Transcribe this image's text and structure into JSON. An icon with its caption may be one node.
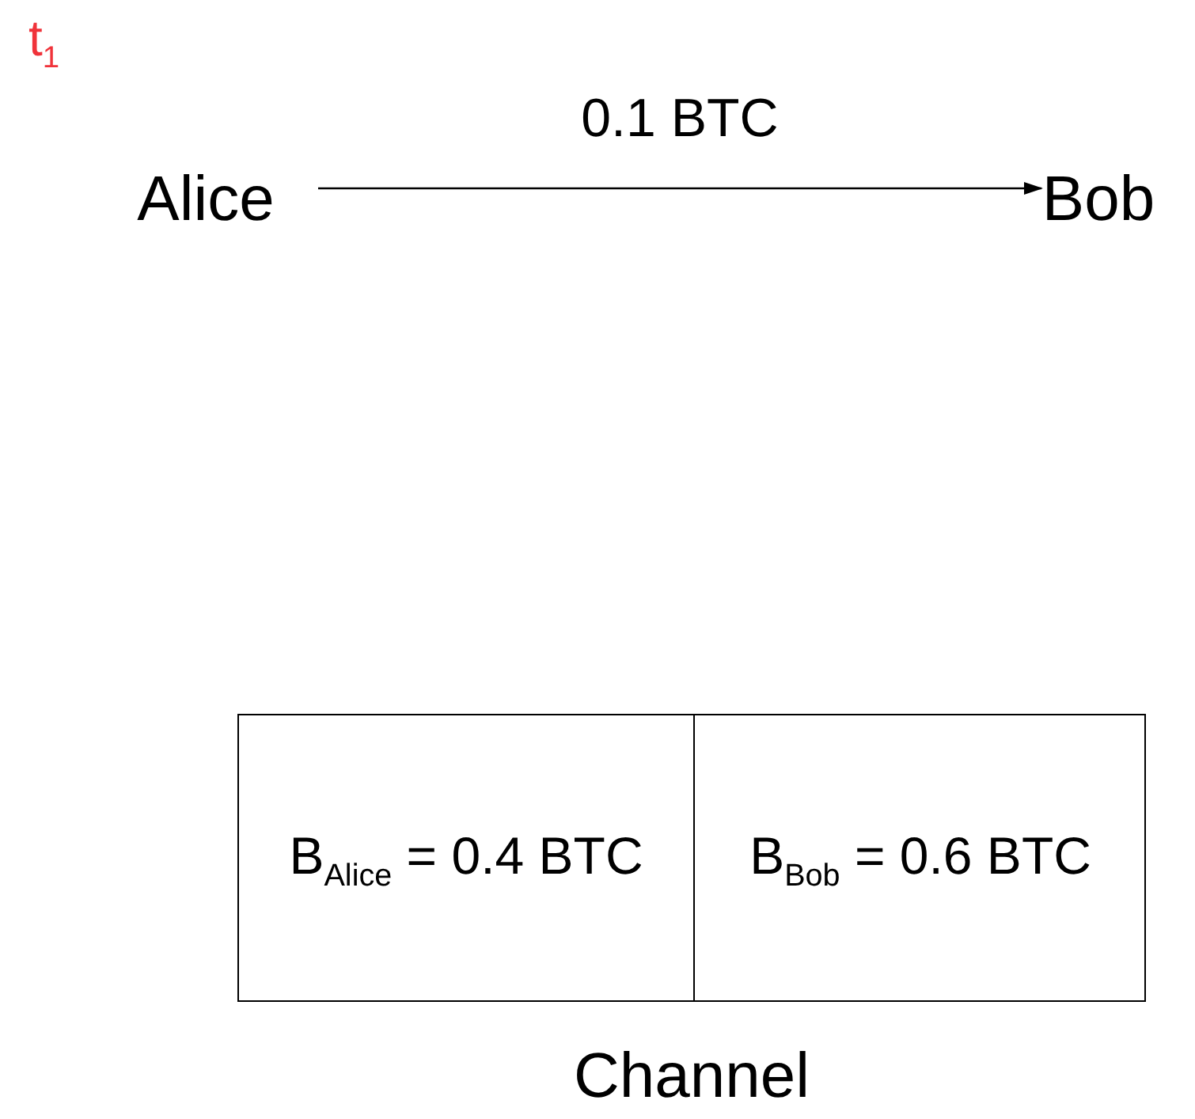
{
  "diagram": {
    "nodes": [
      {
        "text": [
          "Alice"
        ]
      },
      {
        "text": [
          "Bob"
        ]
      },
      {
        "text": [
          "Channel"
        ]
      },
      {
        "text": [
          "B$_{Alice}$ = 0.4 BTC"
        ],
        "in": 2
      },
      {
        "text": [
          "B$_{Bob}$ = 0.6 BTC"
        ],
        "in": 2
      }
    ],
    "edges": [
      {
        "from": 0,
        "to": 1,
        "arrow": "to",
        "label": "0.1 BTC"
      }
    ],
    "labels": [
      "t$_{1}$"
    ]
  }
}
